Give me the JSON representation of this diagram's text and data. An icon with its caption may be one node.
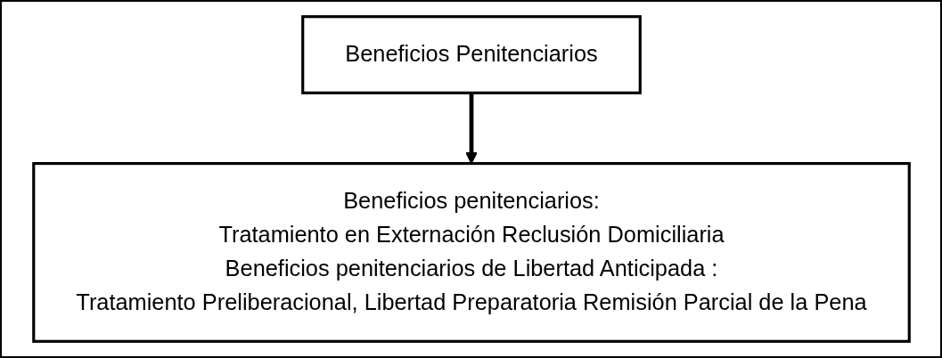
{
  "diagram": {
    "nodes": [
      {
        "text": [
          "Beneficios Penitenciarios"
        ]
      },
      {
        "text": [
          "Beneficios penitenciarios:",
          "Tratamiento en Externación Reclusión Domiciliaria",
          "Beneficios penitenciarios de Libertad Anticipada :",
          "Tratamiento Preliberacional, Libertad Preparatoria Remisión Parcial de la Pena"
        ]
      }
    ],
    "edges": [
      {
        "from": 0,
        "to": 1,
        "arrow": "to"
      }
    ]
  }
}
